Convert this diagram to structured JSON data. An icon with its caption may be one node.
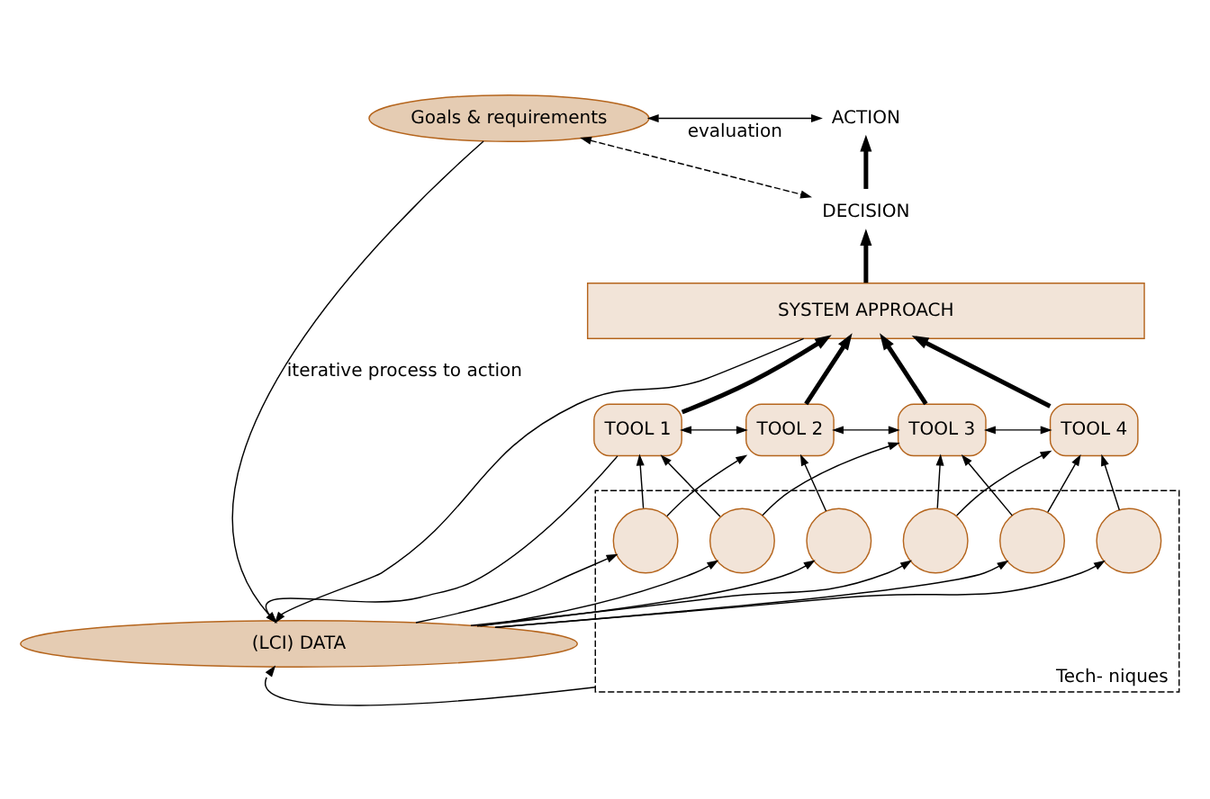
{
  "diagram": {
    "nodes": [
      {
        "text": [
          "Goals & requirements"
        ]
      },
      {
        "text": [
          "ACTION"
        ]
      },
      {
        "text": [
          "DECISION"
        ]
      },
      {
        "text": [
          "SYSTEM APPROACH"
        ]
      },
      {
        "text": [
          "TOOL 1"
        ]
      },
      {
        "text": [
          "TOOL 2"
        ]
      },
      {
        "text": [
          "TOOL 3"
        ]
      },
      {
        "text": [
          "TOOL 4"
        ]
      },
      {
        "text": [
          "Tech- niques"
        ]
      },
      {
        "text": [],
        "shape": "circle",
        "in": 8
      },
      {
        "text": [],
        "shape": "circle",
        "in": 8
      },
      {
        "text": [],
        "shape": "circle",
        "in": 8
      },
      {
        "text": [],
        "shape": "circle",
        "in": 8
      },
      {
        "text": [],
        "shape": "circle",
        "in": 8
      },
      {
        "text": [],
        "shape": "circle",
        "in": 8
      },
      {
        "text": [
          "(LCI) DATA"
        ]
      }
    ],
    "edges": [
      {
        "from": 0,
        "to": 1,
        "arrow": "both",
        "label": "evaluation"
      },
      {
        "from": 0,
        "to": 2,
        "arrow": "both",
        "style": "dashed"
      },
      {
        "from": 2,
        "to": 1,
        "arrow": "to",
        "style": "thick"
      },
      {
        "from": 3,
        "to": 2,
        "arrow": "to",
        "style": "thick"
      },
      {
        "from": 4,
        "to": 3,
        "arrow": "to",
        "style": "thick"
      },
      {
        "from": 5,
        "to": 3,
        "arrow": "to",
        "style": "thick"
      },
      {
        "from": 6,
        "to": 3,
        "arrow": "to",
        "style": "thick"
      },
      {
        "from": 7,
        "to": 3,
        "arrow": "to",
        "style": "thick"
      },
      {
        "from": 4,
        "to": 5,
        "arrow": "both"
      },
      {
        "from": 5,
        "to": 6,
        "arrow": "both"
      },
      {
        "from": 6,
        "to": 7,
        "arrow": "both"
      },
      {
        "from": 9,
        "to": 4,
        "arrow": "to"
      },
      {
        "from": 9,
        "to": 5,
        "arrow": "to"
      },
      {
        "from": 10,
        "to": 4,
        "arrow": "to"
      },
      {
        "from": 10,
        "to": 6,
        "arrow": "to"
      },
      {
        "from": 11,
        "to": 5,
        "arrow": "to"
      },
      {
        "from": 12,
        "to": 6,
        "arrow": "to"
      },
      {
        "from": 12,
        "to": 7,
        "arrow": "to"
      },
      {
        "from": 13,
        "to": 6,
        "arrow": "to"
      },
      {
        "from": 13,
        "to": 7,
        "arrow": "to"
      },
      {
        "from": 14,
        "to": 7,
        "arrow": "to"
      },
      {
        "from": 15,
        "to": 9,
        "arrow": "to"
      },
      {
        "from": 15,
        "to": 10,
        "arrow": "to"
      },
      {
        "from": 15,
        "to": 11,
        "arrow": "to"
      },
      {
        "from": 15,
        "to": 12,
        "arrow": "to"
      },
      {
        "from": 15,
        "to": 13,
        "arrow": "to"
      },
      {
        "from": 15,
        "to": 14,
        "arrow": "to"
      },
      {
        "from": 0,
        "to": 15,
        "arrow": "to",
        "label": "iterative process to action"
      },
      {
        "from": 3,
        "to": 15,
        "arrow": "to"
      },
      {
        "from": 4,
        "to": 15,
        "arrow": "to"
      },
      {
        "from": 8,
        "to": 15,
        "arrow": "to"
      }
    ]
  }
}
